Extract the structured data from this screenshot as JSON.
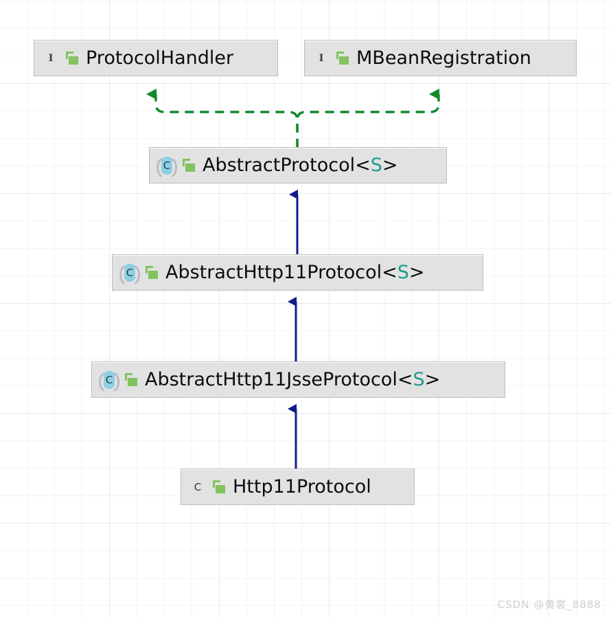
{
  "diagram": {
    "kind": "uml-class-hierarchy",
    "background": {
      "grid": true,
      "grid_color": "#f4f4f4",
      "major_grid_color": "#e9e9e9",
      "canvas_color": "#ffffff"
    },
    "colors": {
      "node_fill": "#e2e2e2",
      "node_border": "#bcbcbc",
      "interface_icon": "#8fc47c",
      "class_icon": "#8dd0e4",
      "lock_icon": "#82c25f",
      "generic_param": "#1d9b8f",
      "inheritance_arrow": "#141b8c",
      "realization_arrow": "#12892b",
      "text": "#0c0c0c"
    },
    "nodes": [
      {
        "id": "protocol-handler",
        "name": "ProtocolHandler",
        "stereotype": "interface",
        "icon": "interface-icon",
        "icon_letter": "I",
        "visibility_icon": "unlocked-padlock-icon",
        "generic": ""
      },
      {
        "id": "mbean-registration",
        "name": "MBeanRegistration",
        "stereotype": "interface",
        "icon": "interface-icon",
        "icon_letter": "I",
        "visibility_icon": "unlocked-padlock-icon",
        "generic": ""
      },
      {
        "id": "abstract-protocol",
        "name": "AbstractProtocol",
        "stereotype": "abstract-class",
        "icon": "abstract-class-icon",
        "icon_letter": "C",
        "visibility_icon": "unlocked-padlock-icon",
        "generic": "S"
      },
      {
        "id": "abstract-http11-protocol",
        "name": "AbstractHttp11Protocol",
        "stereotype": "abstract-class",
        "icon": "abstract-class-icon",
        "icon_letter": "C",
        "visibility_icon": "unlocked-padlock-icon",
        "generic": "S"
      },
      {
        "id": "abstract-http11-jsse-protocol",
        "name": "AbstractHttp11JsseProtocol",
        "stereotype": "abstract-class",
        "icon": "abstract-class-icon",
        "icon_letter": "C",
        "visibility_icon": "unlocked-padlock-icon",
        "generic": "S"
      },
      {
        "id": "http11-protocol",
        "name": "Http11Protocol",
        "stereotype": "class",
        "icon": "class-icon",
        "icon_letter": "C",
        "visibility_icon": "unlocked-padlock-icon",
        "generic": ""
      }
    ],
    "edges": [
      {
        "from": "abstract-protocol",
        "to": "protocol-handler",
        "type": "realization",
        "style": "dashed",
        "arrow": "filled-triangle"
      },
      {
        "from": "abstract-protocol",
        "to": "mbean-registration",
        "type": "realization",
        "style": "dashed",
        "arrow": "filled-triangle"
      },
      {
        "from": "abstract-http11-protocol",
        "to": "abstract-protocol",
        "type": "inheritance",
        "style": "solid",
        "arrow": "filled-triangle"
      },
      {
        "from": "abstract-http11-jsse-protocol",
        "to": "abstract-http11-protocol",
        "type": "inheritance",
        "style": "solid",
        "arrow": "filled-triangle"
      },
      {
        "from": "http11-protocol",
        "to": "abstract-http11-jsse-protocol",
        "type": "inheritance",
        "style": "solid",
        "arrow": "filled-triangle"
      }
    ]
  },
  "watermark": {
    "text": "CSDN @黄裳_8888"
  },
  "generic_open": "<",
  "generic_close": ">"
}
